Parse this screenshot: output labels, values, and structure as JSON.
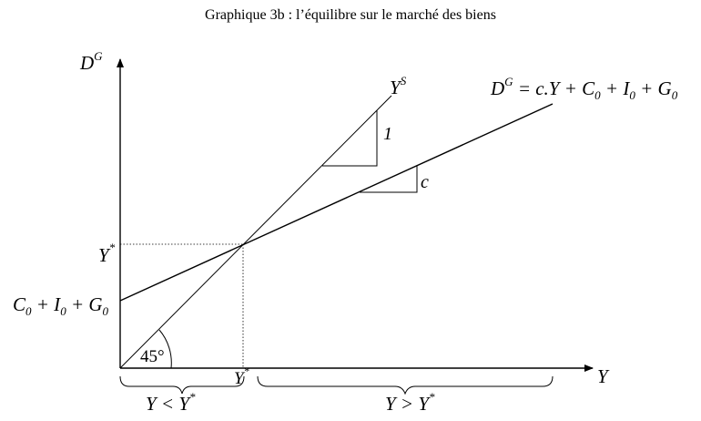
{
  "title": "Graphique 3b : l’équilibre sur le marché des biens",
  "axes": {
    "y_axis_label": "D",
    "y_axis_sup": "G",
    "x_axis_label": "Y"
  },
  "lines": {
    "supply_label": "Y",
    "supply_sup": "S",
    "demand_equation": {
      "lhs": "D",
      "lhs_sup": "G",
      "rhs_a": " = c.Y + C",
      "sub0": "0",
      "rhs_b": " + I",
      "sub1": "0",
      "rhs_c": " + G",
      "sub2": "0"
    }
  },
  "annotations": {
    "slope_supply": "1",
    "slope_demand": "c",
    "angle": "45°",
    "equilibrium_y": "Y",
    "equilibrium_y_sup": "*",
    "equilibrium_x": "Y",
    "equilibrium_x_sup": "*",
    "intercept": {
      "a": "C",
      "sub0": "0",
      "b": " + I",
      "sub1": "0",
      "c": " + G",
      "sub2": "0"
    }
  },
  "regions": {
    "left": {
      "text": "Y < Y",
      "sup": "*"
    },
    "right": {
      "text": "Y > Y",
      "sup": "*"
    }
  }
}
